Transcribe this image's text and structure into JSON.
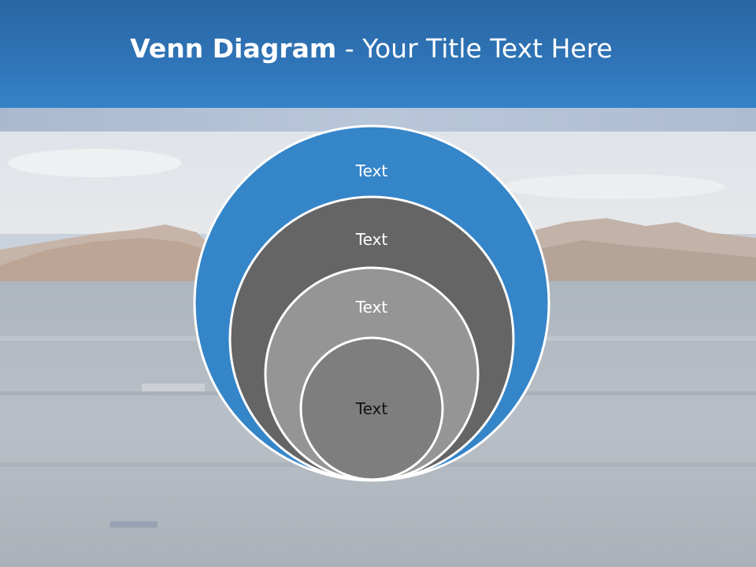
{
  "slide": {
    "title_bold": "Venn Diagram",
    "title_rest": " - Your Title Text Here"
  },
  "diagram": {
    "rings": [
      {
        "label": "Text",
        "fill": "#3585c9",
        "text_color": "#ffffff"
      },
      {
        "label": "Text",
        "fill": "#656565",
        "text_color": "#ffffff"
      },
      {
        "label": "Text",
        "fill": "#959595",
        "text_color": "#ffffff"
      },
      {
        "label": "Text",
        "fill": "#7e7e7e",
        "text_color": "#111111"
      }
    ]
  },
  "colors": {
    "header": "#2f75b8",
    "ring_stroke": "#ffffff"
  }
}
